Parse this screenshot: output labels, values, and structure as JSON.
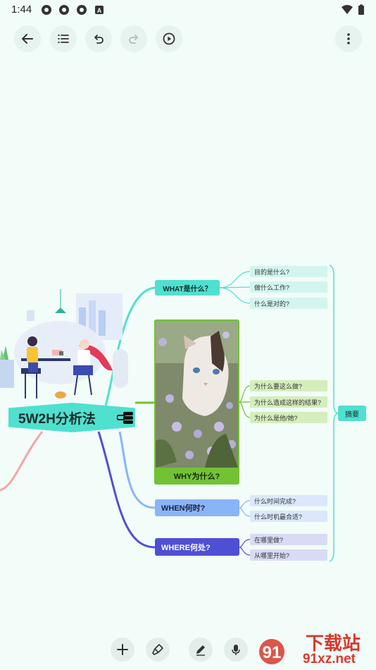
{
  "status_bar": {
    "time": "1:44"
  },
  "toolbar": {
    "back_icon": "arrow-left-icon",
    "outline_icon": "list-icon",
    "undo_icon": "undo-icon",
    "redo_icon": "redo-icon",
    "play_icon": "play-icon",
    "more_icon": "more-vertical-icon"
  },
  "mindmap": {
    "root": "5W2H分析法",
    "what": {
      "label": "WHAT是什么？",
      "children": [
        "目的是什么?",
        "做什么工作?",
        "什么是对的?"
      ]
    },
    "why": {
      "label": "WHY为什么?",
      "children": [
        "为什么要这么做?",
        "为什么造成这样的结果?",
        "为什么是他/她?"
      ]
    },
    "when": {
      "label": "WHEN何时?",
      "children": [
        "什么时间完成?",
        "什么时机最合适?"
      ]
    },
    "where": {
      "label": "WHERE何处?",
      "children": [
        "在哪里做?",
        "从哪里开始?"
      ]
    },
    "summary": "摘要"
  },
  "bottom_bar": {
    "add_icon": "plus-icon",
    "style_icon": "paint-brush-icon",
    "edit_icon": "pencil-icon",
    "voice_icon": "microphone-icon"
  },
  "watermark": {
    "big": "下载站",
    "small": "91xz.net",
    "num": "91"
  },
  "colors": {
    "background": "#f2fcf8",
    "what": "#4fe0cf",
    "why": "#72c234",
    "when": "#8ab4f8",
    "where": "#4f4fd6",
    "root": "#4fe0cf"
  }
}
